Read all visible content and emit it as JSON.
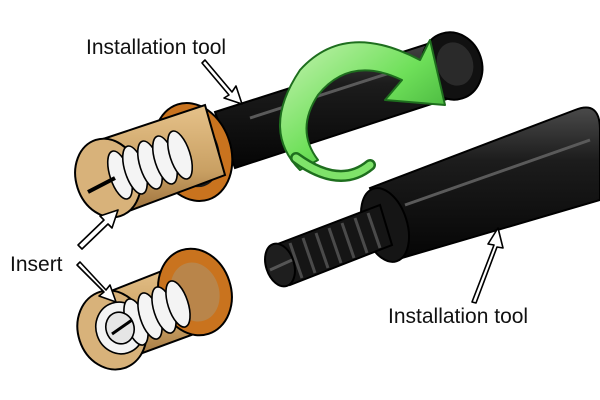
{
  "labels": {
    "installation_tool_top": "Installation tool",
    "insert": "Insert",
    "installation_tool_bottom": "Installation tool"
  },
  "colors": {
    "tool_body": "#141414",
    "tool_highlight": "#3a3a3a",
    "insert_brass": "#c9a063",
    "insert_brass_dark": "#8a5a2a",
    "flange_orange": "#c9731e",
    "coil_white": "#f4f4f4",
    "rotation_arrow": "#4fd14a"
  },
  "icons": [
    "rotation-arrow-icon",
    "pointer-arrow-icon"
  ]
}
